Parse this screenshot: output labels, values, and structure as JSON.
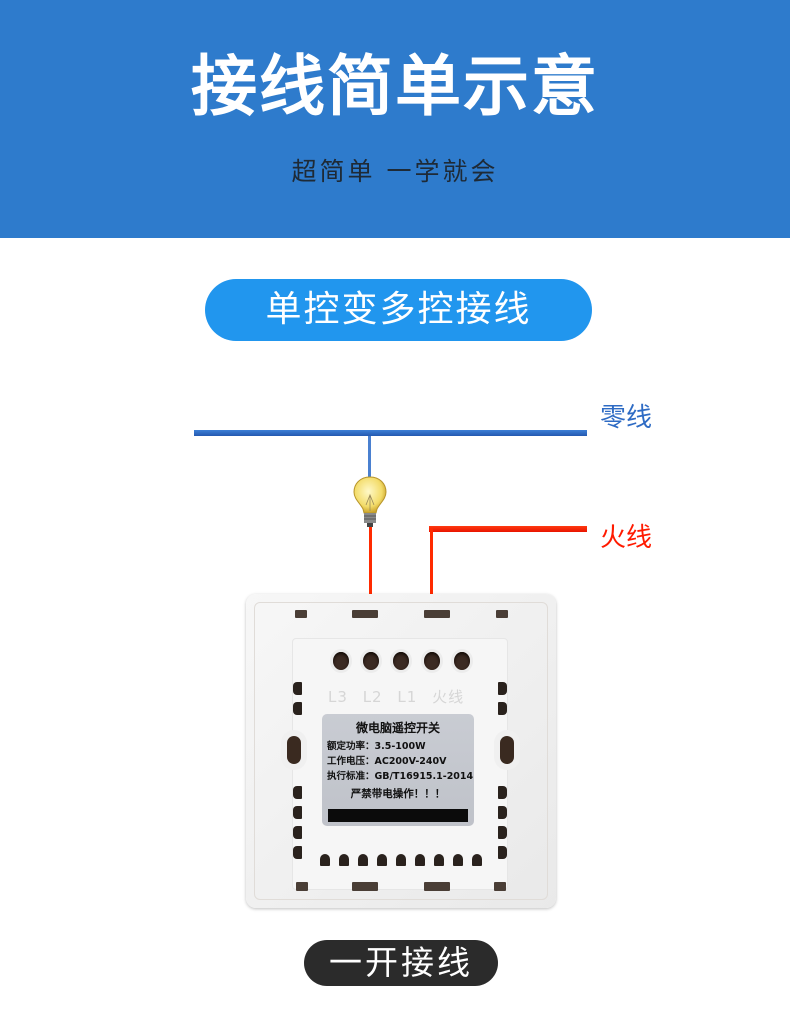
{
  "header": {
    "title": "接线简单示意",
    "subtitle": "超简单 一学就会",
    "background_color": "#2e7bcc"
  },
  "section": {
    "pill_label": "单控变多控接线",
    "pill_color": "#2196ee"
  },
  "diagram": {
    "neutral_wire": {
      "label": "零线",
      "color": "#2e6bc4"
    },
    "live_wire": {
      "label": "火线",
      "color": "#ff1a00"
    },
    "components": [
      "light-bulb",
      "switch-back-panel"
    ],
    "terminals": [
      "L3",
      "L2",
      "L1",
      "火线"
    ],
    "connections": [
      {
        "from": "neutral_wire",
        "to": "light-bulb"
      },
      {
        "from": "light-bulb",
        "to": "L2"
      },
      {
        "from": "live_wire",
        "to": "火线"
      }
    ]
  },
  "device_label": {
    "title": "微电脑遥控开关",
    "lines": [
      "额定功率：3.5-100W",
      "工作电压：AC200V-240V",
      "执行标准：GB/T16915.1-2014"
    ],
    "warning": "严禁带电操作！！！"
  },
  "footer": {
    "caption": "一开接线"
  }
}
